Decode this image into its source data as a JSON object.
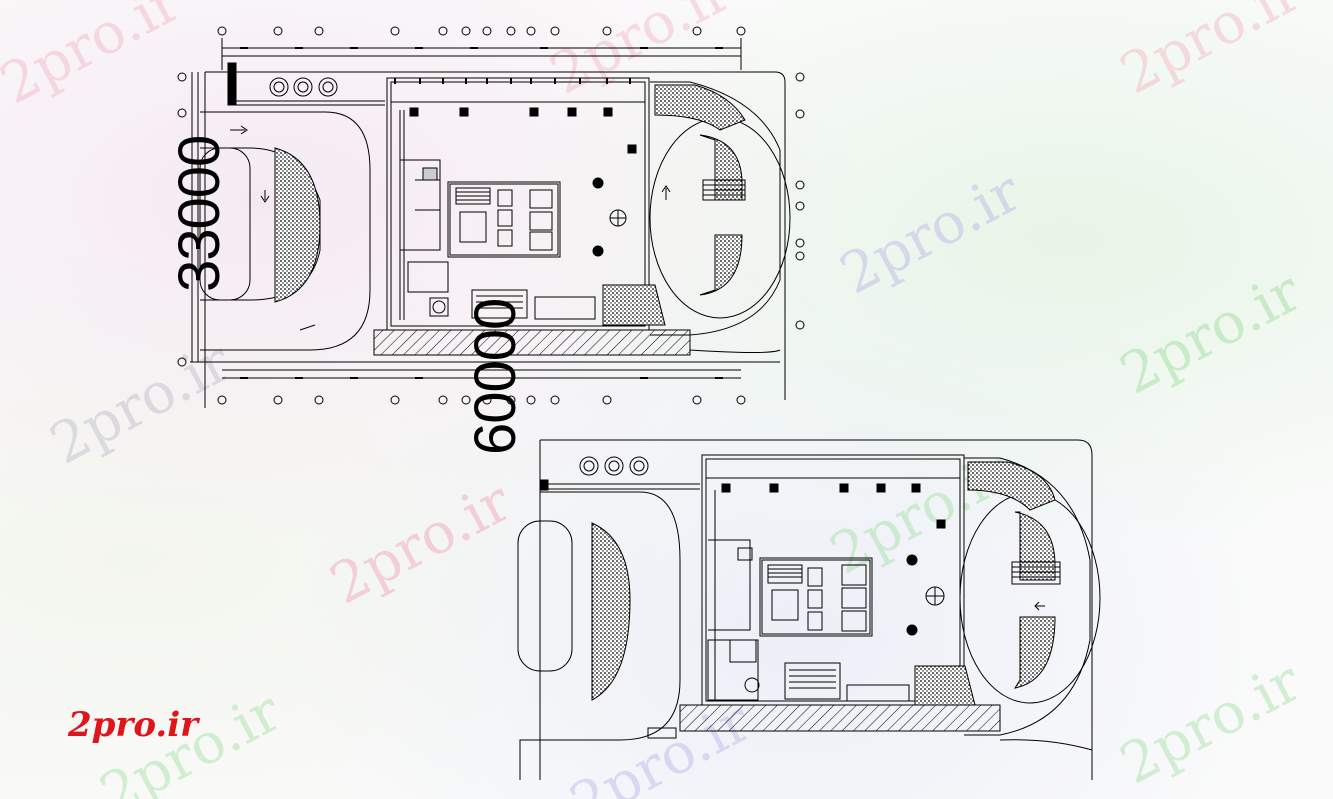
{
  "watermark": {
    "text": "2pro.ir",
    "colors": [
      "#f0b8c6",
      "#b8e6b8",
      "#c8c8ec"
    ]
  },
  "dimensions": {
    "vertical_label": "33000",
    "horizontal_label": "60000"
  },
  "logo": {
    "text": "2pro.ir",
    "color": "#e0141b"
  }
}
